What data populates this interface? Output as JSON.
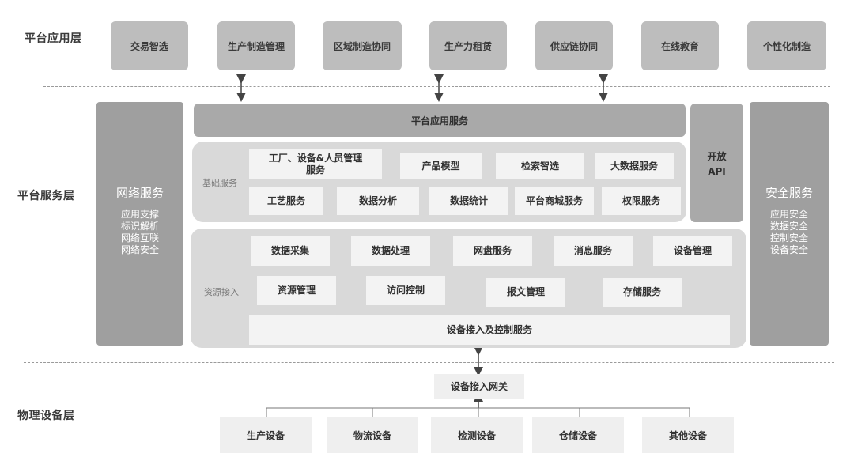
{
  "layers": {
    "application": "平台应用层",
    "service": "平台服务层",
    "physical": "物理设备层"
  },
  "application_items": [
    "交易智选",
    "生产制造管理",
    "区域制造协同",
    "生产力租赁",
    "供应链协同",
    "在线教育",
    "个性化制造"
  ],
  "platform_app_service": "平台应用服务",
  "open_api": {
    "line1": "开放",
    "line2": "API"
  },
  "network_service": {
    "title": "网络服务",
    "items": [
      "应用支撑",
      "标识解析",
      "网络互联",
      "网络安全"
    ]
  },
  "security_service": {
    "title": "安全服务",
    "items": [
      "应用安全",
      "数据安全",
      "控制安全",
      "设备安全"
    ]
  },
  "basic_services": {
    "label": "基础服务",
    "factory_line1": "工厂、设备&人员管理",
    "factory_line2": "服务",
    "product_model": "产品模型",
    "search": "检索智选",
    "big_data": "大数据服务",
    "craft": "工艺服务",
    "data_analysis": "数据分析",
    "data_stats": "数据统计",
    "mall": "平台商城服务",
    "permission": "权限服务"
  },
  "resource_access": {
    "label": "资源接入",
    "data_collect": "数据采集",
    "data_process": "数据处理",
    "netdisk": "网盘服务",
    "message": "消息服务",
    "device_mgmt": "设备管理",
    "resource_mgmt": "资源管理",
    "access_control": "访问控制",
    "report_mgmt": "报文管理",
    "storage": "存储服务",
    "device_access": "设备接入及控制服务"
  },
  "gateway": "设备接入网关",
  "physical_devices": [
    "生产设备",
    "物流设备",
    "检测设备",
    "仓储设备",
    "其他设备"
  ],
  "colors": {
    "dark_bar": "#a9a9a9",
    "side_panel": "#9f9f9f",
    "panel_bg": "#d9d9d9",
    "item_bg": "#f3f3f3",
    "app_box": "#bdbdbd"
  }
}
